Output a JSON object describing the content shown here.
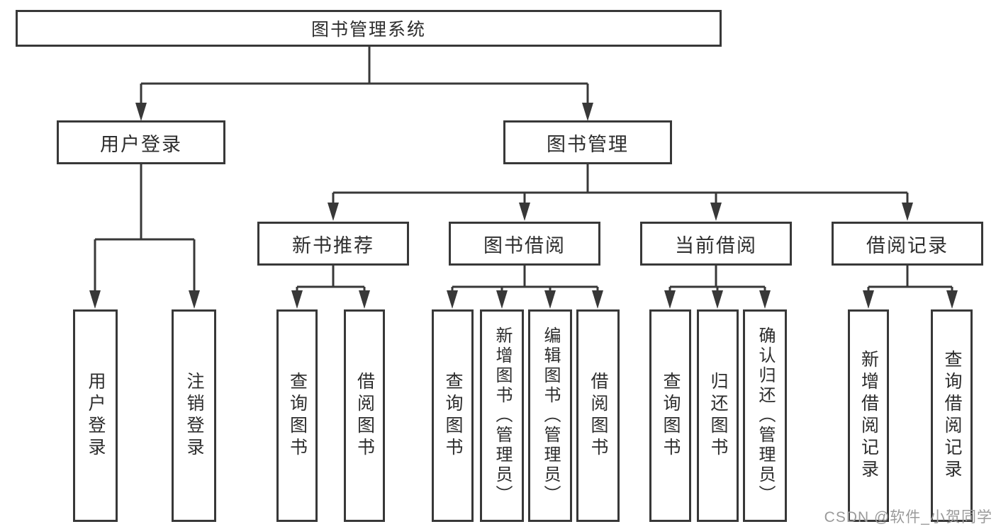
{
  "tree": {
    "root": "图书管理系统",
    "children": [
      {
        "label": "用户登录",
        "children": [
          "用户登录",
          "注销登录"
        ]
      },
      {
        "label": "图书管理",
        "children": [
          {
            "label": "新书推荐",
            "children": [
              "查询图书",
              "借阅图书"
            ]
          },
          {
            "label": "图书借阅",
            "children": [
              "查询图书",
              "新增图书（管理员）",
              "编辑图书（管理员）",
              "借阅图书"
            ]
          },
          {
            "label": "当前借阅",
            "children": [
              "查询图书",
              "归还图书",
              "确认归还（管理员）"
            ]
          },
          {
            "label": "借阅记录",
            "children": [
              "新增借阅记录",
              "查询借阅记录"
            ]
          }
        ]
      }
    ]
  },
  "watermark": {
    "text": "CSDN @软件_小贺同学"
  },
  "colors": {
    "line": "#383838",
    "text": "#2d2d2d",
    "watermark": "#9a9a9a",
    "background": "#ffffff"
  }
}
